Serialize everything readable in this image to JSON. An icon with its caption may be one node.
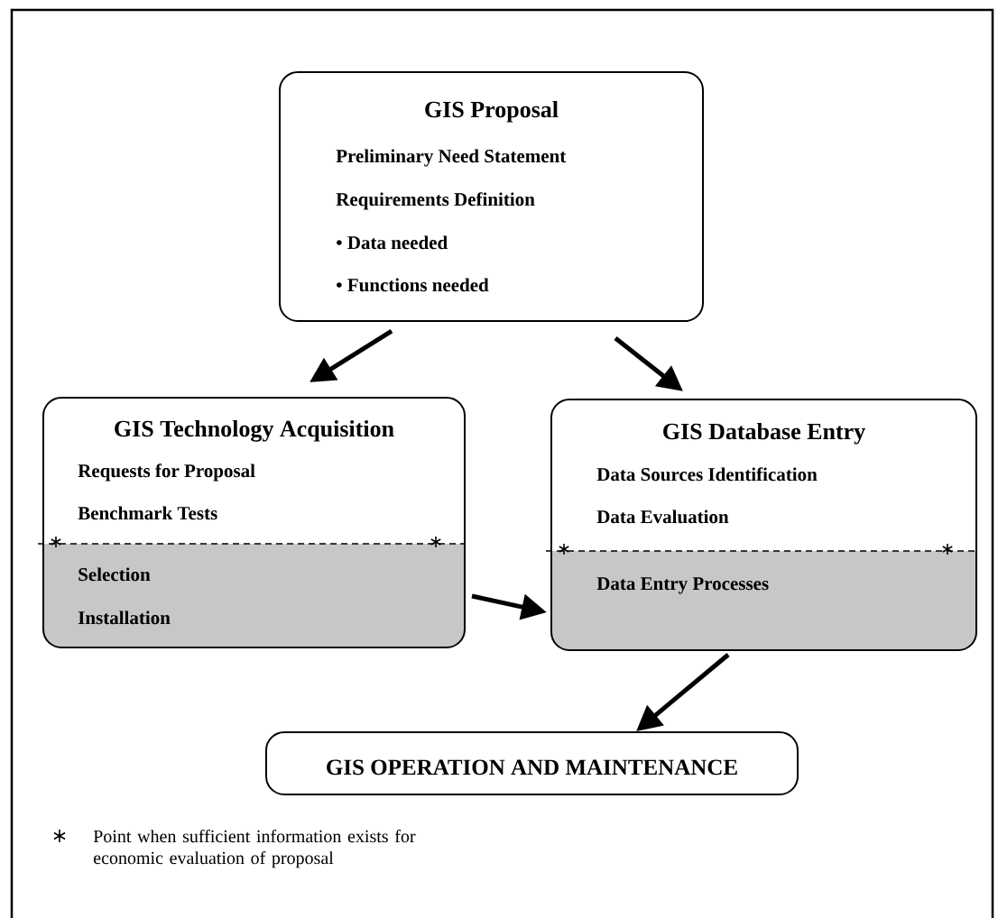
{
  "diagram": {
    "nodes": [
      {
        "text": [
          "GIS Proposal",
          "Preliminary Need Statement",
          "Requirements Definition",
          "• Data needed",
          "• Functions needed"
        ]
      },
      {
        "text": [
          "GIS Technology Acquisition",
          "Requests for Proposal",
          "Benchmark Tests",
          "Selection",
          "Installation"
        ]
      },
      {
        "text": [
          "GIS Database Entry",
          "Data Sources Identification",
          "Data Evaluation",
          "Data Entry Processes"
        ]
      },
      {
        "text": [
          "GIS OPERATION AND MAINTENANCE"
        ]
      }
    ],
    "edges": [
      {
        "from": 0,
        "to": 1,
        "arrow": "to"
      },
      {
        "from": 0,
        "to": 2,
        "arrow": "to"
      },
      {
        "from": 1,
        "to": 2,
        "arrow": "to"
      },
      {
        "from": 2,
        "to": 3,
        "arrow": "to"
      }
    ],
    "legend": [
      {
        "text": "Point when sufficient information exists for economic evaluation of proposal"
      }
    ]
  }
}
